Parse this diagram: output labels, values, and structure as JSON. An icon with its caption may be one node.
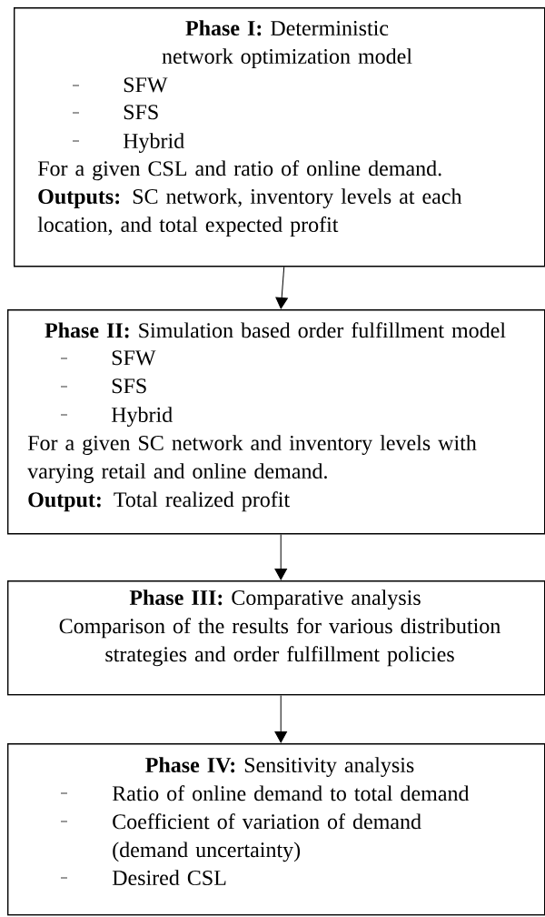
{
  "diagram": {
    "nodes": [
      {
        "text": [
          "**Phase I:** Deterministic network optimization model",
          "SFW",
          "SFS",
          "Hybrid",
          "For a given CSL and ratio of online demand.",
          "**Outputs:** SC network, inventory levels at each location, and total expected profit"
        ]
      },
      {
        "text": [
          "**Phase II:** Simulation based order fulfillment model",
          "SFW",
          "SFS",
          "Hybrid",
          "For a given SC network and inventory levels with varying retail and online demand.",
          "**Output:** Total realized profit"
        ]
      },
      {
        "text": [
          "**Phase III:** Comparative analysis",
          "Comparison of the results for various distribution strategies and order fulfillment policies"
        ]
      },
      {
        "text": [
          "**Phase IV:** Sensitivity analysis",
          "Ratio of online demand to total demand",
          "Coefficient of variation of demand (demand uncertainty)",
          "Desired CSL"
        ]
      }
    ],
    "edges": [
      {
        "from": 0,
        "to": 1,
        "arrow": "to"
      },
      {
        "from": 1,
        "to": 2,
        "arrow": "to"
      },
      {
        "from": 2,
        "to": 3,
        "arrow": "to"
      }
    ]
  }
}
